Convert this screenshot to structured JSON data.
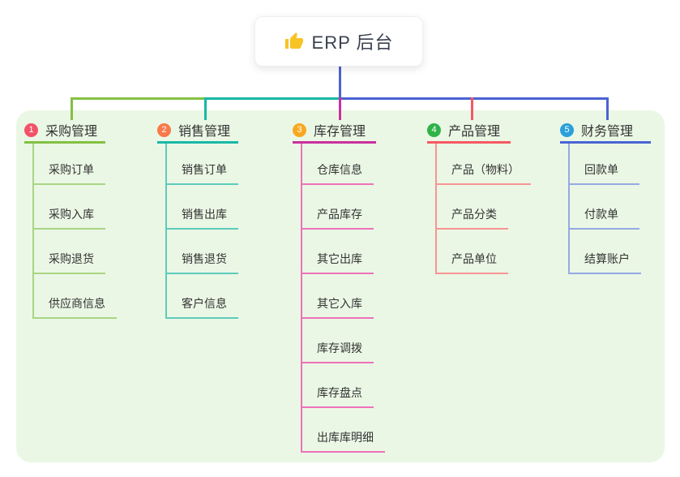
{
  "root": {
    "title": "ERP 后台",
    "icon": "thumbs-up-icon",
    "icon_color": "#f7c325",
    "drop_line_color": "#4a63d3"
  },
  "panel_color": "#eaf7e5",
  "branches": [
    {
      "index": "1",
      "title": "采购管理",
      "badge_color": "#f25268",
      "line_color": "#84c043",
      "child_line_color": "#a9d584",
      "children": [
        "采购订单",
        "采购入库",
        "采购退货",
        "供应商信息"
      ]
    },
    {
      "index": "2",
      "title": "销售管理",
      "badge_color": "#f8794a",
      "line_color": "#17b8a6",
      "child_line_color": "#5ecbbc",
      "children": [
        "销售订单",
        "销售出库",
        "销售退货",
        "客户信息"
      ]
    },
    {
      "index": "3",
      "title": "库存管理",
      "badge_color": "#f8a820",
      "line_color": "#cb2f9e",
      "child_line_color": "#ee72ba",
      "children": [
        "仓库信息",
        "产品库存",
        "其它出库",
        "其它入库",
        "库存调拨",
        "库存盘点",
        "出库库明细"
      ]
    },
    {
      "index": "4",
      "title": "产品管理",
      "badge_color": "#2fb347",
      "line_color": "#f75862",
      "child_line_color": "#f89494",
      "children": [
        "产品（物料）",
        "产品分类",
        "产品单位"
      ]
    },
    {
      "index": "5",
      "title": "财务管理",
      "badge_color": "#2aa0dc",
      "line_color": "#4a63d3",
      "child_line_color": "#95a9e4",
      "children": [
        "回款单",
        "付款单",
        "结算账户"
      ]
    }
  ]
}
